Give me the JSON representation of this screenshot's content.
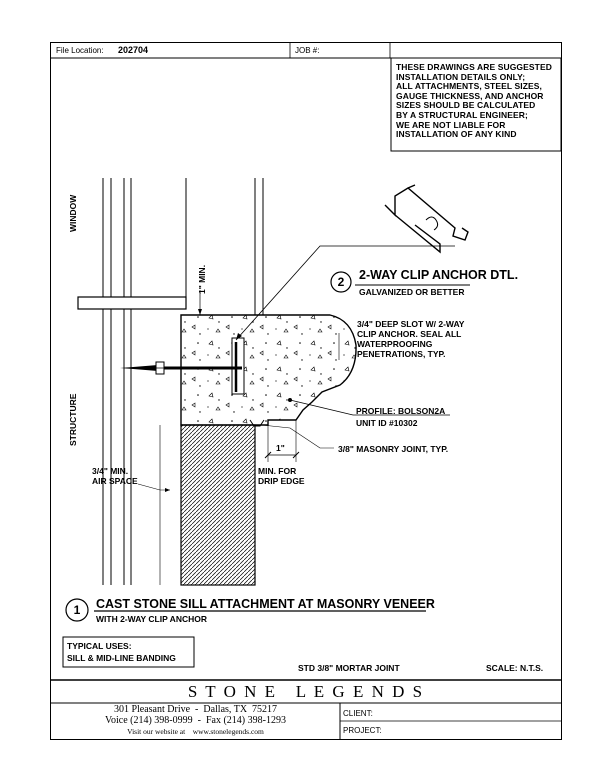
{
  "header": {
    "file_location_label": "File Location:",
    "file_location_value": "202704",
    "job_label": "JOB #:"
  },
  "disclaimer": [
    "THESE DRAWINGS ARE SUGGESTED",
    "INSTALLATION DETAILS ONLY;",
    "ALL ATTACHMENTS, STEEL SIZES,",
    "GAUGE THICKNESS, AND ANCHOR",
    "SIZES SHOULD BE CALCULATED",
    "BY A STRUCTURAL ENGINEER;",
    "WE ARE NOT LIABLE FOR",
    "INSTALLATION OF ANY KIND"
  ],
  "labels": {
    "window": "WINDOW",
    "structure": "STRUCTURE",
    "min_1": "1\" MIN.",
    "air_space_fraction": "3/4\" MIN.",
    "air_space": "AIR SPACE",
    "detail2_number": "2",
    "detail2_title": "2-WAY CLIP ANCHOR DTL.",
    "detail2_sub": "GALVANIZED OR BETTER",
    "slot_note": [
      "3/4\" DEEP SLOT W/ 2-WAY",
      "CLIP ANCHOR. SEAL ALL",
      "WATERPROOFING",
      "PENETRATIONS, TYP."
    ],
    "profile": "PROFILE: BOLSON2A",
    "unit_id": "UNIT ID #10302",
    "dim_1": "1\"",
    "masonry_joint": "3/8\" MASONRY JOINT, TYP.",
    "drip_edge": [
      "MIN. FOR",
      "DRIP EDGE"
    ]
  },
  "title_block": {
    "number": "1",
    "title": "CAST STONE SILL ATTACHMENT AT MASONRY VENEER",
    "subtitle": "WITH 2-WAY CLIP ANCHOR",
    "typical_uses_title": "TYPICAL USES:",
    "typical_uses_item": "SILL & MID-LINE BANDING",
    "mortar": "STD 3/8\" MORTAR JOINT",
    "scale": "SCALE: N.T.S."
  },
  "footer": {
    "company": "S T O N E   L E G E N D S",
    "address": "301 Pleasant Drive  -  Dallas, TX  75217",
    "phone": "Voice (214) 398-0999  -  Fax (214) 398-1293",
    "website": "Visit our website at    www.stonelegends.com",
    "client_label": "CLIENT:",
    "project_label": "PROJECT:"
  }
}
